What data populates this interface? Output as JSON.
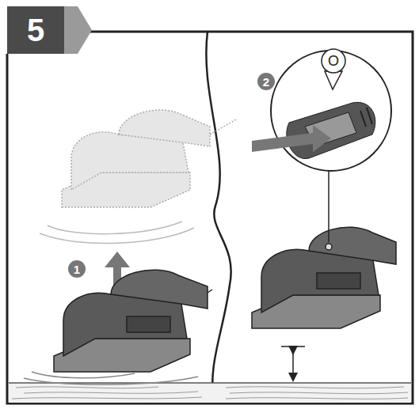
{
  "diagram": {
    "labels": [
      "5",
      "1",
      "2",
      "O"
    ]
  }
}
